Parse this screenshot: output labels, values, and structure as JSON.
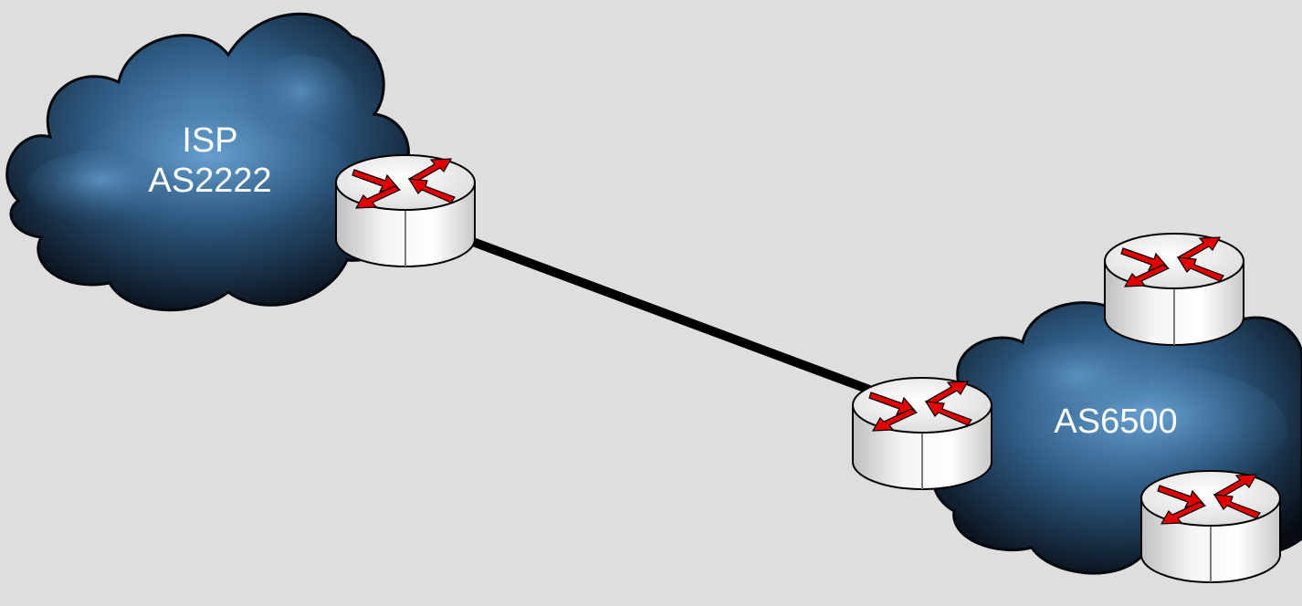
{
  "clouds": [
    {
      "id": "isp",
      "lines": [
        "ISP",
        "AS2222"
      ]
    },
    {
      "id": "customer",
      "lines": [
        "AS6500"
      ]
    }
  ],
  "routers": [
    {
      "id": "isp-edge-router",
      "icon": "router-icon"
    },
    {
      "id": "customer-edge-router",
      "icon": "router-icon"
    },
    {
      "id": "customer-router-top",
      "icon": "router-icon"
    },
    {
      "id": "customer-router-bottom",
      "icon": "router-icon"
    }
  ],
  "links": [
    {
      "from": "isp-edge-router",
      "to": "customer-edge-router"
    }
  ],
  "colors": {
    "background": "#dedede",
    "cloud_dark": "#0c1420",
    "cloud_mid": "#2b4f73",
    "cloud_light": "#4d86b8",
    "router_body": "#e6e6e6",
    "arrow": "#e00000",
    "link": "#000000",
    "label": "#ffffff"
  }
}
